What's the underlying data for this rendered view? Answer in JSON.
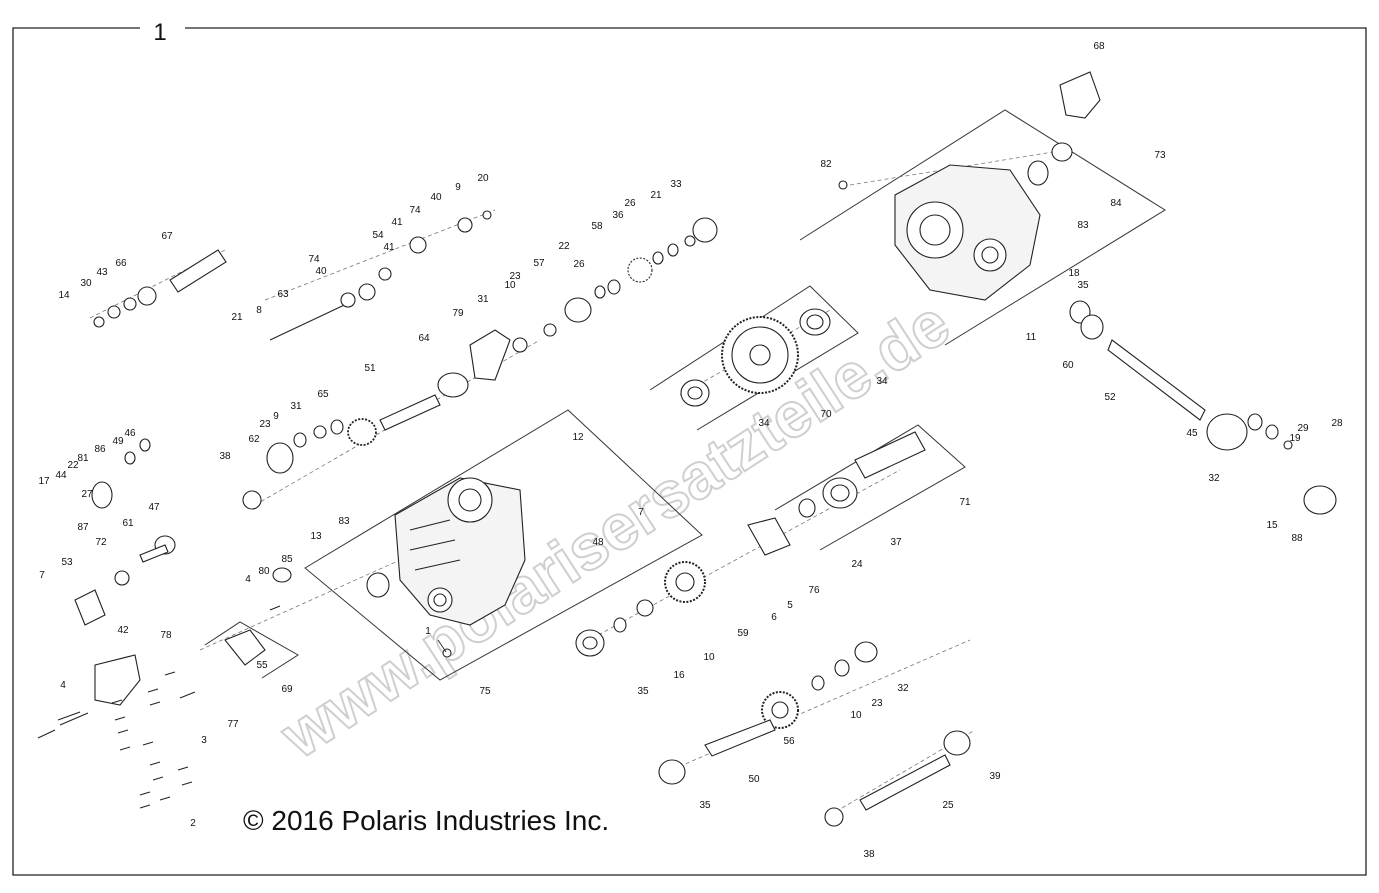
{
  "sheet": {
    "number": "1",
    "copyright": "© 2016 Polaris Industries Inc.",
    "watermark": "www.polarisersatzteile.de"
  },
  "callouts": [
    "1",
    "2",
    "3",
    "4",
    "4",
    "5",
    "6",
    "7",
    "7",
    "8",
    "9",
    "9",
    "10",
    "10",
    "10",
    "11",
    "12",
    "13",
    "14",
    "15",
    "16",
    "17",
    "18",
    "19",
    "20",
    "21",
    "21",
    "22",
    "22",
    "23",
    "23",
    "23",
    "24",
    "25",
    "26",
    "26",
    "27",
    "28",
    "29",
    "30",
    "31",
    "31",
    "32",
    "32",
    "33",
    "34",
    "34",
    "35",
    "35",
    "35",
    "36",
    "37",
    "38",
    "38",
    "39",
    "40",
    "40",
    "41",
    "41",
    "42",
    "43",
    "44",
    "45",
    "46",
    "47",
    "48",
    "49",
    "50",
    "51",
    "52",
    "53",
    "54",
    "55",
    "56",
    "57",
    "58",
    "59",
    "60",
    "61",
    "62",
    "63",
    "64",
    "65",
    "66",
    "67",
    "68",
    "69",
    "70",
    "71",
    "72",
    "73",
    "74",
    "74",
    "75",
    "76",
    "77",
    "78",
    "79",
    "80",
    "81",
    "82",
    "83",
    "83",
    "84",
    "85",
    "86",
    "87",
    "88"
  ]
}
